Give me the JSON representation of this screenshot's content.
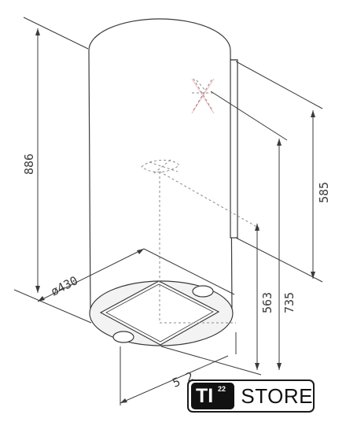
{
  "dimensions": {
    "height_total": "886",
    "diameter": "ø430",
    "depth": "5 2",
    "height_565": "585",
    "height_563": "563",
    "height_735": "735"
  },
  "logo": {
    "badge": "TI",
    "superscript": "22",
    "store": "STORE"
  }
}
